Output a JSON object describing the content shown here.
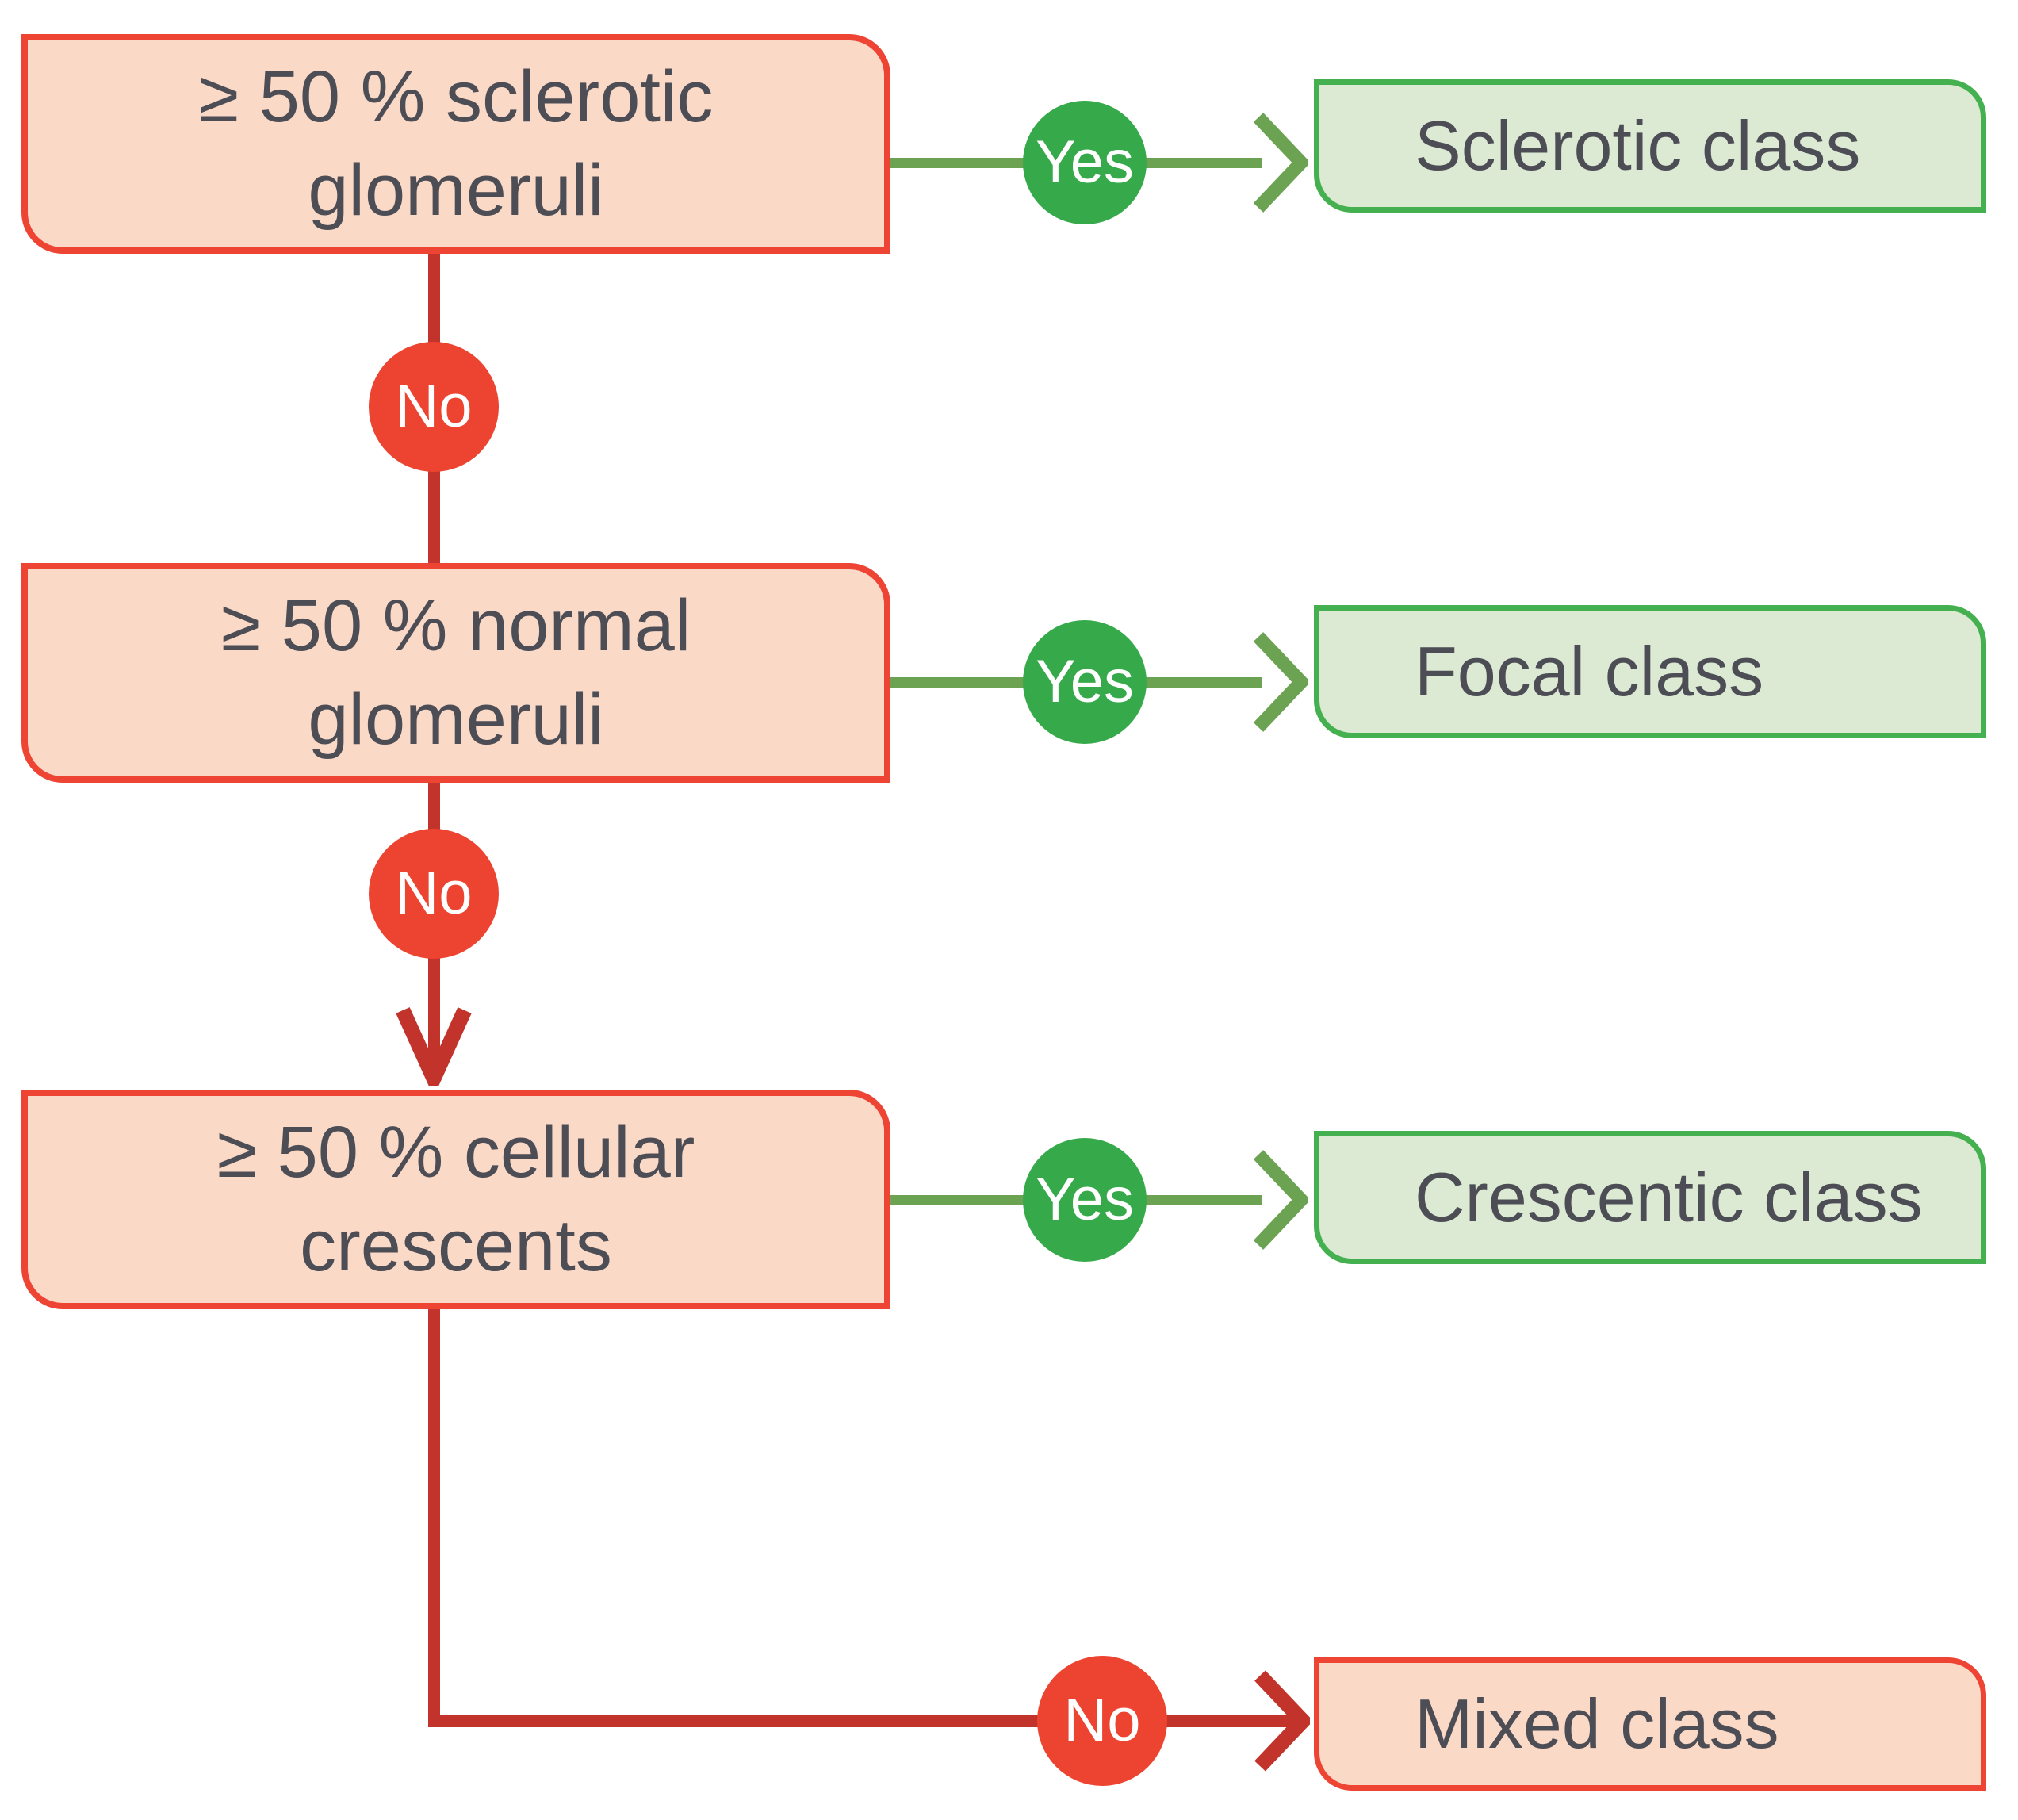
{
  "labels": {
    "yes": "Yes",
    "no": "No"
  },
  "questions": [
    {
      "label": "≥ 50 % sclerotic glomeruli"
    },
    {
      "label": "≥ 50 % normal glomeruli"
    },
    {
      "label": "≥ 50 % cellular crescents"
    }
  ],
  "results": [
    {
      "label": "Sclerotic class"
    },
    {
      "label": "Focal class"
    },
    {
      "label": "Crescentic class"
    },
    {
      "label": "Mixed class"
    }
  ],
  "colors": {
    "red-border": "#EE4433",
    "red-fill": "#FBD9C7",
    "line-red": "#C2332B",
    "no-red": "#ED4431",
    "yes-green": "#36A94A",
    "arrow-green": "#6CA352",
    "green-border": "#45B04F",
    "green-fill": "#DCEAD3",
    "text": "#4D4D55"
  }
}
